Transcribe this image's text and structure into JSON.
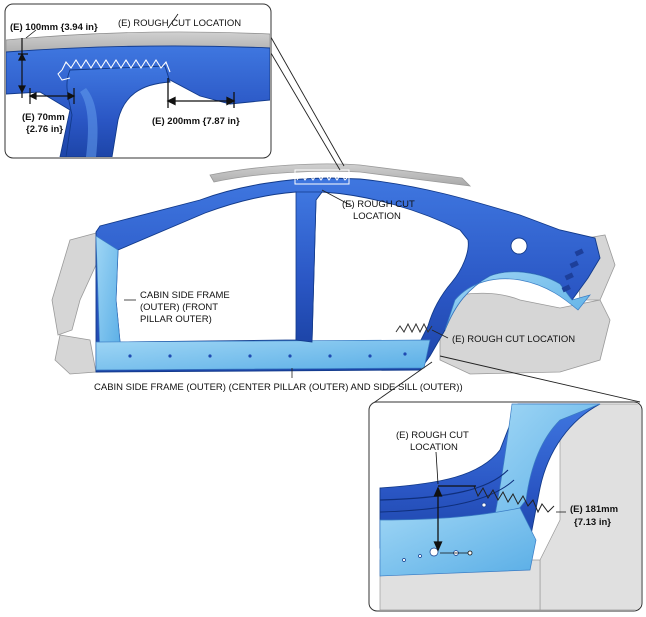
{
  "callout_top": {
    "dim_100mm": "(E) 100mm {3.94 in}",
    "rough_cut": "(E) ROUGH CUT LOCATION",
    "dim_70mm_line1": "(E) 70mm",
    "dim_70mm_line2": "{2.76 in}",
    "dim_200mm": "(E) 200mm {7.87 in}"
  },
  "main_view": {
    "rough_cut_roof_line1": "(E) ROUGH CUT",
    "rough_cut_roof_line2": "LOCATION",
    "front_pillar_line1": "CABIN SIDE FRAME",
    "front_pillar_line2": "(OUTER) (FRONT",
    "front_pillar_line3": "PILLAR OUTER)",
    "rough_cut_rear": "(E) ROUGH CUT LOCATION",
    "bottom_caption": "CABIN SIDE FRAME (OUTER) (CENTER PILLAR (OUTER) AND SIDE SILL (OUTER))"
  },
  "callout_bottom": {
    "rough_cut_line1": "(E) ROUGH CUT",
    "rough_cut_line2": "LOCATION",
    "dim_181mm_line1": "(E) 181mm",
    "dim_181mm_line2": "{7.13 in}"
  },
  "colors": {
    "panel_blue": "#2e5fcc",
    "panel_light": "#7fc3ee",
    "panel_dark": "#1a3f9e",
    "body_gray": "#c9c9c9"
  }
}
